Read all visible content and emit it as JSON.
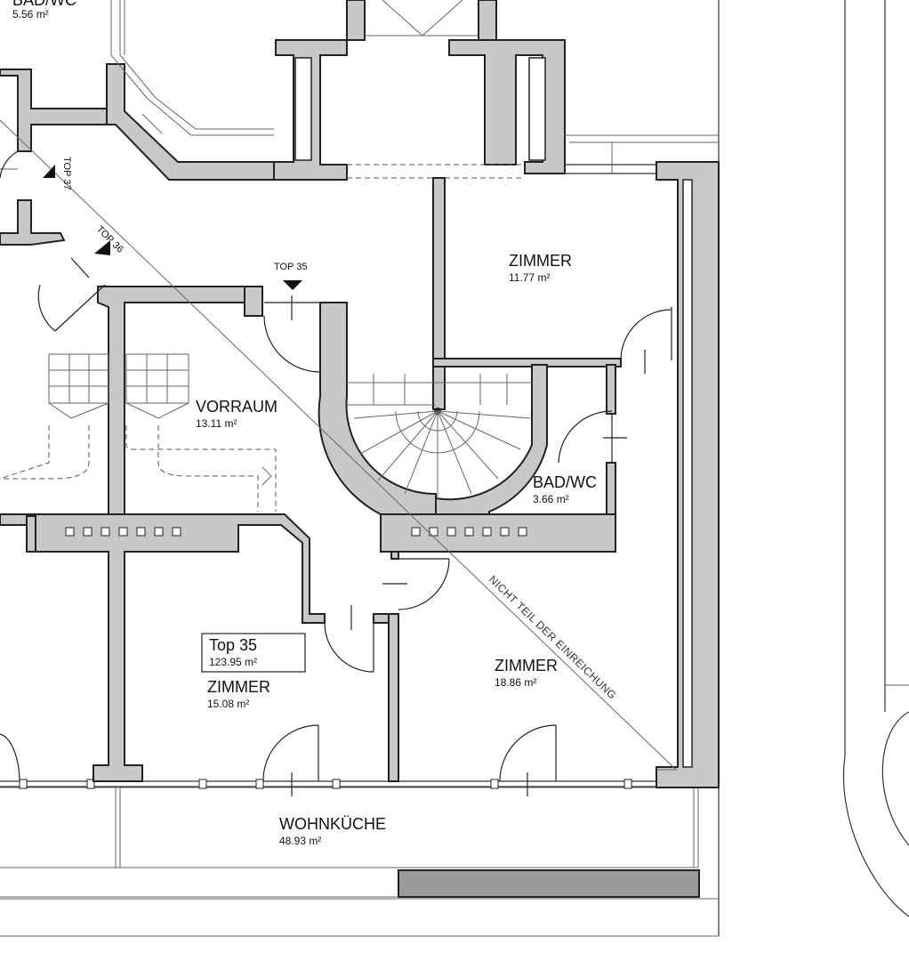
{
  "rooms": {
    "bad_top": {
      "name": "BAD/WC",
      "area": "5.56 m²"
    },
    "zimmer_ne": {
      "name": "ZIMMER",
      "area": "11.77 m²"
    },
    "vorraum": {
      "name": "VORRAUM",
      "area": "13.11 m²"
    },
    "bad_wc": {
      "name": "BAD/WC",
      "area": "3.66 m²"
    },
    "zimmer_sw": {
      "name": "ZIMMER",
      "area": "15.08 m²"
    },
    "zimmer_se": {
      "name": "ZIMMER",
      "area": "18.86 m²"
    },
    "wohnkueche": {
      "name": "WOHNKÜCHE",
      "area": "48.93 m²"
    }
  },
  "unit": {
    "name": "Top 35",
    "area": "123.95  m²"
  },
  "entrances": {
    "top35": "TOP 35",
    "top36": "TOP 36",
    "top37": "TOP 37"
  },
  "note": "NICHT TEIL DER EINREICHUNG",
  "colors": {
    "wall": "#c8c8c8",
    "line": "#222222",
    "background": "#ffffff"
  }
}
